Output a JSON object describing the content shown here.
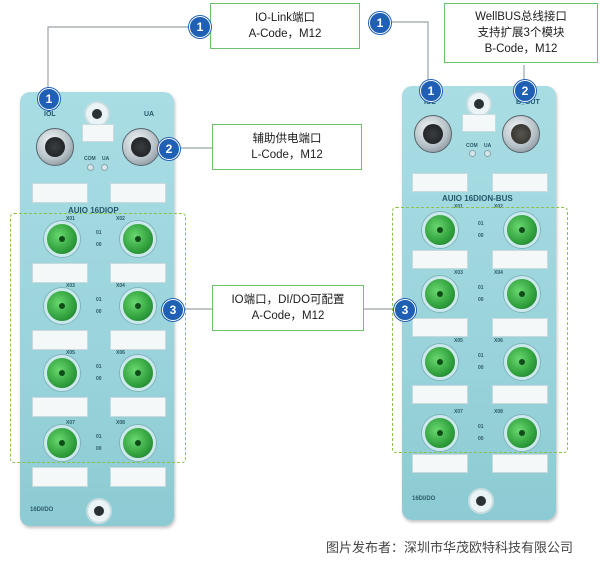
{
  "callouts": {
    "iolink": {
      "badge": "1",
      "line1": "IO-Link端口",
      "line2": "A-Code，M12"
    },
    "wellbus": {
      "badge": "1",
      "line1": "WellBUS总线接口",
      "line2": "支持扩展3个模块",
      "line3": "B-Code，M12"
    },
    "aux": {
      "badge": "2",
      "line1": "辅助供电端口",
      "line2": "L-Code，M12"
    },
    "io": {
      "badge": "3",
      "line1": "IO端口，DI/DO可配置",
      "line2": "A-Code，M12"
    }
  },
  "badges": {
    "left_iol": "1",
    "left_aux": "2",
    "left_io": "3",
    "right_iol": "1",
    "right_bout": "2",
    "right_io": "3"
  },
  "left_module": {
    "port_iol": "IOL",
    "port_ua": "UA",
    "led_com": "COM",
    "led_ua": "UA",
    "model": "AUIO 16DIOP",
    "ports": [
      "X01",
      "X02",
      "X03",
      "X04",
      "X05",
      "X06",
      "X07",
      "X08"
    ],
    "led_01": "01",
    "led_00": "00",
    "footer": "16DI/DO"
  },
  "right_module": {
    "port_iol": "IOL",
    "port_bout": "B_OUT",
    "led_com": "COM",
    "led_ua": "UA",
    "model": "AUIO 16DION-BUS",
    "ports": [
      "X01",
      "X02",
      "X03",
      "X04",
      "X05",
      "X06",
      "X07",
      "X08"
    ],
    "led_01": "01",
    "led_00": "00",
    "footer": "16DI/DO"
  },
  "credit": "图片发布者：深圳市华茂欧特科技有限公司",
  "colors": {
    "badge": "#1f5fb4",
    "callout_border": "#6cc16a",
    "module": "#9ad3db",
    "group_outline": "#8bc34a"
  }
}
